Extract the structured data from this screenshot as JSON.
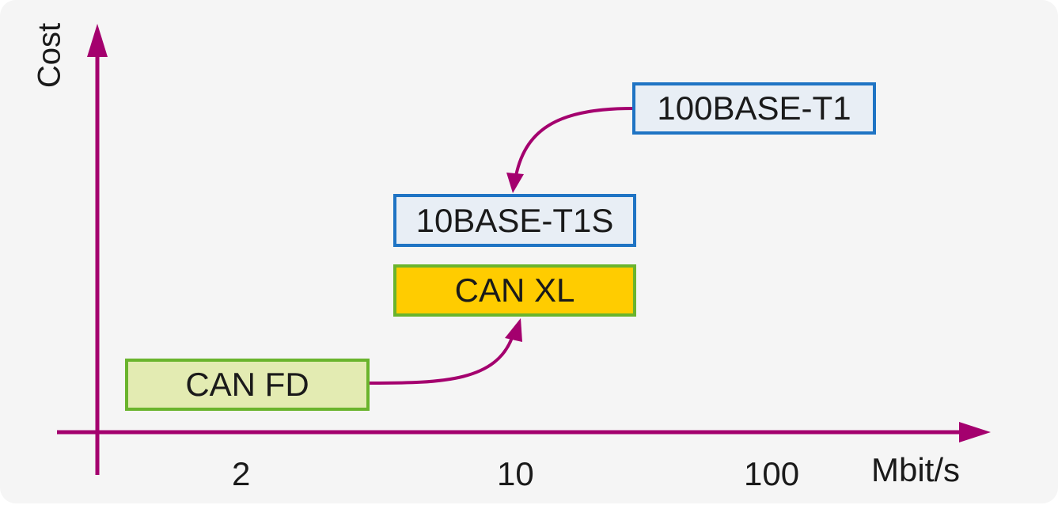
{
  "colors": {
    "arrow": "#a4006e",
    "green_border": "#6ab42d",
    "blue_border": "#1f74c4",
    "can_fd_fill": "#e3ebb2",
    "can_xl_fill": "#ffcc00",
    "ethernet_fill": "#e8eef5"
  },
  "axes": {
    "y_label": "Cost",
    "x_unit": "Mbit/s",
    "x_ticks": [
      "2",
      "10",
      "100"
    ]
  },
  "nodes": {
    "can_fd": "CAN FD",
    "can_xl": "CAN XL",
    "t1s": "10BASE-T1S",
    "t1": "100BASE-T1"
  }
}
